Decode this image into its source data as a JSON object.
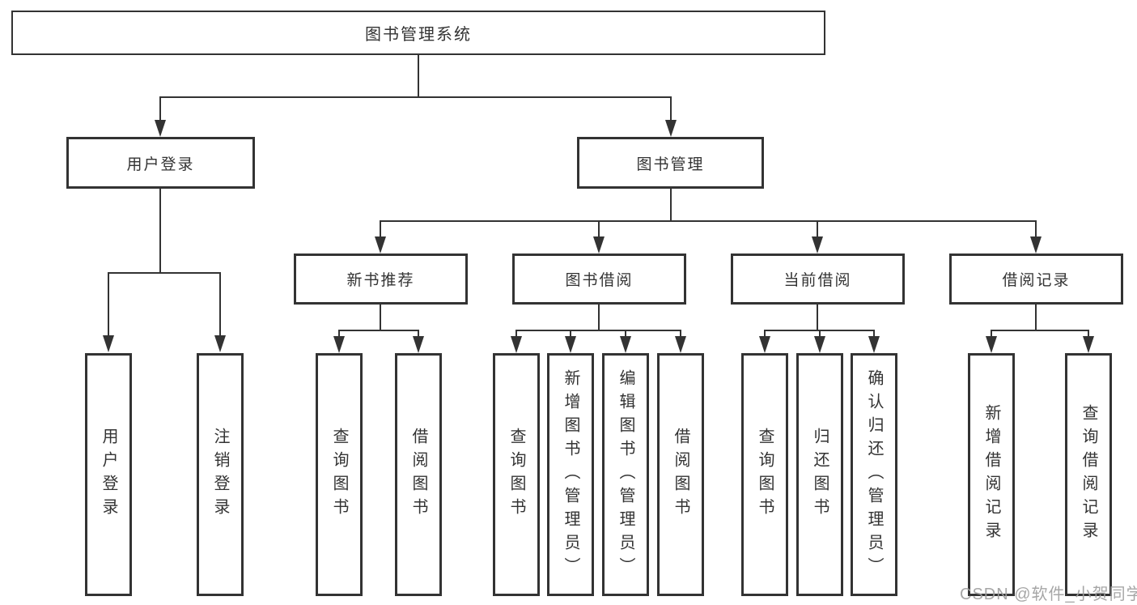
{
  "colors": {
    "background": "#ffffff",
    "line": "#333333",
    "box_border": "#333333",
    "text": "#333333",
    "watermark": "#9e9e9e"
  },
  "watermark": {
    "text": "CSDN @软件_小贺同学"
  },
  "tree": {
    "root": {
      "label": "图书管理系统",
      "children": [
        {
          "label": "用户登录",
          "children": [
            {
              "label": "用户登录"
            },
            {
              "label": "注销登录"
            }
          ]
        },
        {
          "label": "图书管理",
          "children": [
            {
              "label": "新书推荐",
              "children": [
                {
                  "label": "查询图书"
                },
                {
                  "label": "借阅图书"
                }
              ]
            },
            {
              "label": "图书借阅",
              "children": [
                {
                  "label": "查询图书"
                },
                {
                  "label": "新增图书（管理员）"
                },
                {
                  "label": "编辑图书（管理员）"
                },
                {
                  "label": "借阅图书"
                }
              ]
            },
            {
              "label": "当前借阅",
              "children": [
                {
                  "label": "查询图书"
                },
                {
                  "label": "归还图书"
                },
                {
                  "label": "确认归还（管理员）"
                }
              ]
            },
            {
              "label": "借阅记录",
              "children": [
                {
                  "label": "新增借阅记录"
                },
                {
                  "label": "查询借阅记录"
                }
              ]
            }
          ]
        }
      ]
    }
  }
}
